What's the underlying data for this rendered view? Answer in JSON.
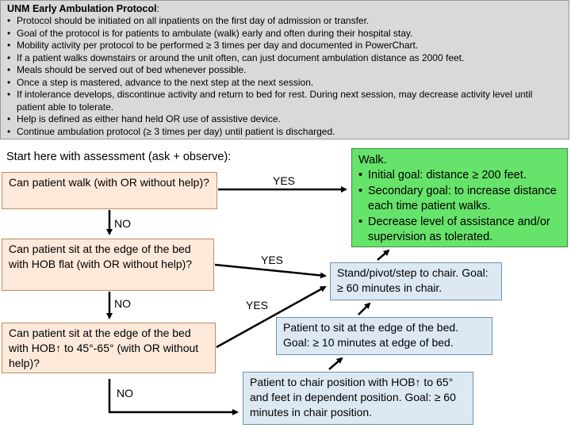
{
  "header": {
    "title": "UNM Early Ambulation Protocol",
    "title_suffix": ":",
    "bullets": [
      "Protocol should be initiated on all inpatients on the first day of admission or transfer.",
      "Goal of the protocol is for patients to ambulate (walk) early and often during their hospital stay.",
      "Mobility activity per protocol to be performed ≥ 3 times per day and documented in PowerChart.",
      "If a patient walks downstairs or around the unit often, can just document ambulation distance as 2000 feet.",
      "Meals should be served out of bed whenever possible.",
      "Once a step is mastered, advance to the next step at the next session.",
      "If intolerance develops, discontinue activity and return to bed for rest.  During next session, may decrease activity level until patient able to tolerate.",
      "Help is defined as either hand held OR use of assistive device.",
      "Continue ambulation protocol (≥ 3 times per day) until patient is discharged."
    ]
  },
  "start_label": "Start here with assessment (ask + observe):",
  "questions": {
    "q1": "Can patient walk (with OR without help)?",
    "q2": "Can patient sit at the edge of the bed with HOB flat (with OR without help)?",
    "q3": "Can patient sit at the edge of the bed with HOB↑ to 45°-65° (with OR without help)?"
  },
  "walk": {
    "title": "Walk.",
    "bullets": [
      "Initial goal: distance ≥ 200 feet.",
      "Secondary goal: to increase distance each time patient walks.",
      "Decrease level of assistance and/or supervision as tolerated."
    ]
  },
  "steps": {
    "s1": "Stand/pivot/step to chair. Goal: ≥ 60 minutes in chair.",
    "s2": "Patient to sit at the edge of the bed. Goal: ≥ 10 minutes at edge of bed.",
    "s3": "Patient to chair position with HOB↑ to 65° and feet in dependent position. Goal: ≥  60 minutes in chair position."
  },
  "labels": {
    "yes": "YES",
    "no": "NO"
  },
  "colors": {
    "question_fill": "#fce9da",
    "step_fill": "#dce9f3",
    "walk_fill": "#66e36a",
    "header_fill": "#d9d9d9"
  }
}
